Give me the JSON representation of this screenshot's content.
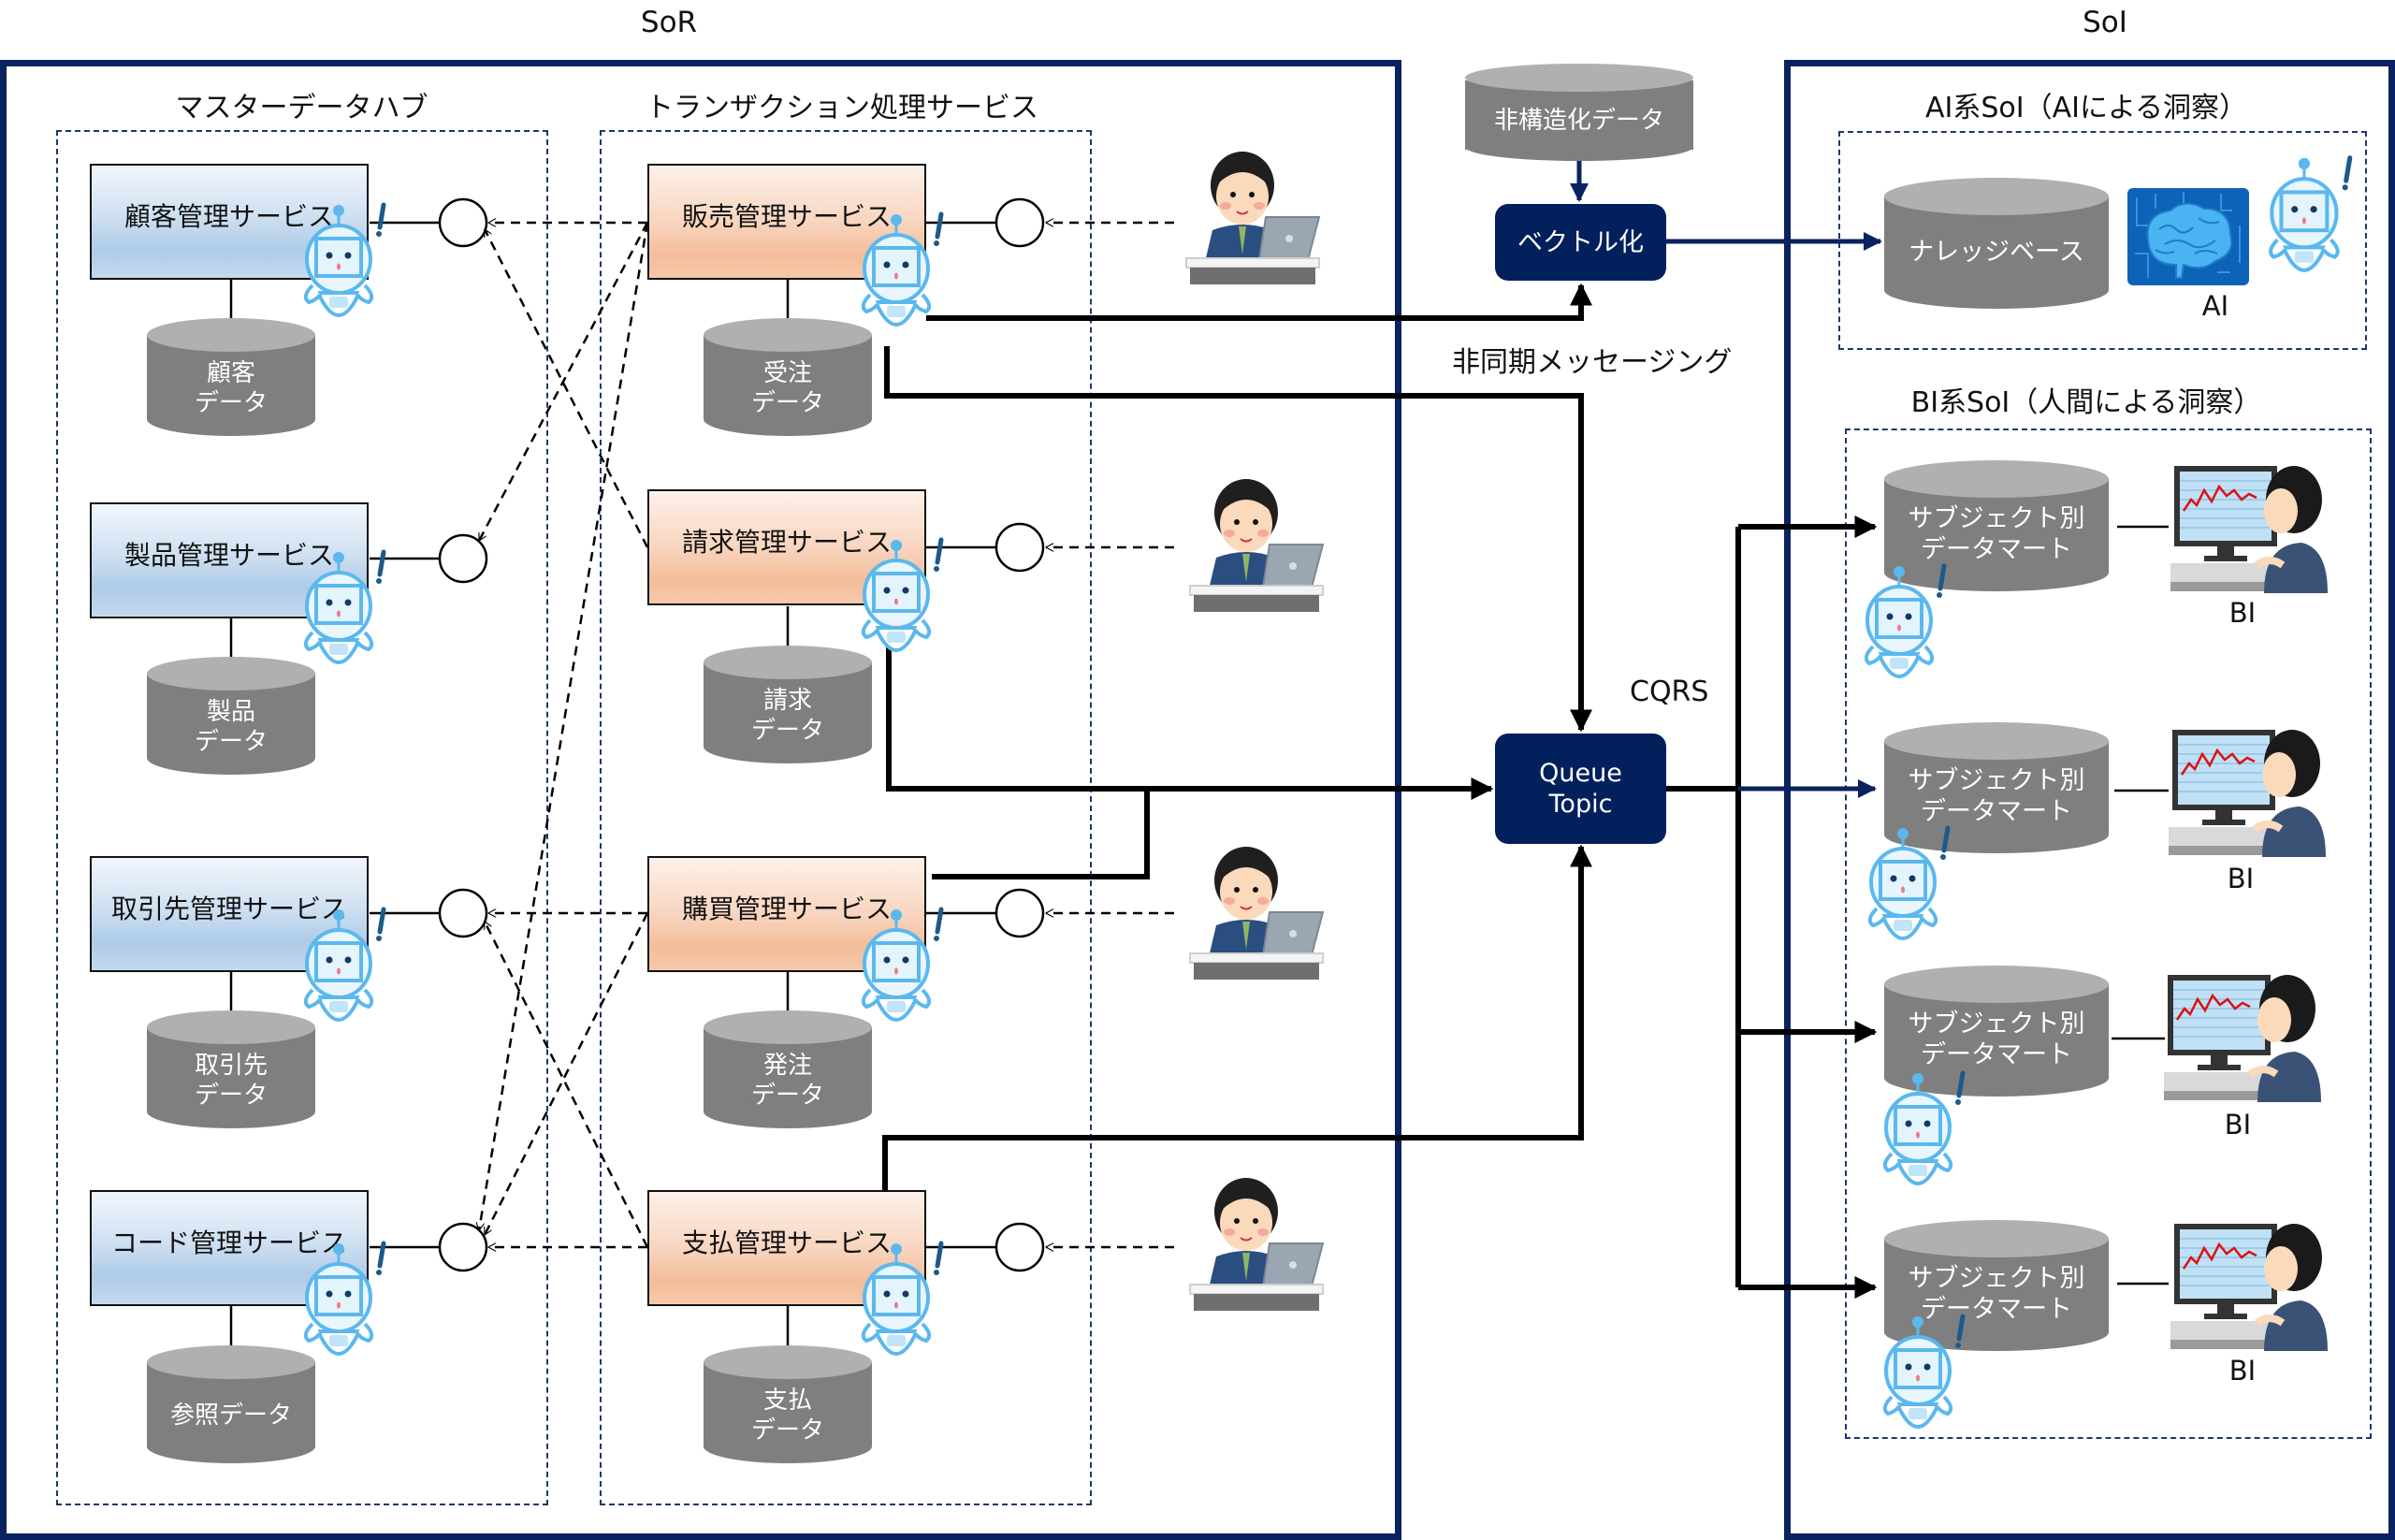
{
  "labels": {
    "sor": "SoR",
    "soi": "SoI",
    "master_hub": "マスターデータハブ",
    "txn_services": "トランザクション処理サービス",
    "ai_soi": "AI系SoI（AIによる洞察）",
    "bi_soi": "BI系SoI（人間による洞察）",
    "async_messaging": "非同期メッセージング",
    "cqrs": "CQRS",
    "ai": "AI"
  },
  "master_services": [
    {
      "name": "顧客管理サービス",
      "data": [
        "顧客",
        "データ"
      ]
    },
    {
      "name": "製品管理サービス",
      "data": [
        "製品",
        "データ"
      ]
    },
    {
      "name": "取引先管理サービス",
      "data": [
        "取引先",
        "データ"
      ]
    },
    {
      "name": "コード管理サービス",
      "data": [
        "参照データ"
      ]
    }
  ],
  "transaction_services": [
    {
      "name": "販売管理サービス",
      "data": [
        "受注",
        "データ"
      ]
    },
    {
      "name": "請求管理サービス",
      "data": [
        "請求",
        "データ"
      ]
    },
    {
      "name": "購買管理サービス",
      "data": [
        "発注",
        "データ"
      ]
    },
    {
      "name": "支払管理サービス",
      "data": [
        "支払",
        "データ"
      ]
    }
  ],
  "center": {
    "unstructured_data": "非構造化データ",
    "vectorize": "ベクトル化",
    "queue_topic": [
      "Queue",
      "Topic"
    ]
  },
  "ai_soi": {
    "knowledge_base": "ナレッジベース"
  },
  "bi_soi": {
    "data_marts": [
      {
        "lines": [
          "サブジェクト別",
          "データマート"
        ],
        "user_label": "BI"
      },
      {
        "lines": [
          "サブジェクト別",
          "データマート"
        ],
        "user_label": "BI"
      },
      {
        "lines": [
          "サブジェクト別",
          "データマート"
        ],
        "user_label": "BI"
      },
      {
        "lines": [
          "サブジェクト別",
          "データマート"
        ],
        "user_label": "BI"
      }
    ]
  },
  "colors": {
    "frame_navy": "#0b2260",
    "box_navy": "#02205c",
    "master_blue": "#aecbe8",
    "txn_peach": "#f3bd9b",
    "cylinder_gray": "#7f7f7f",
    "robot_blue": "#5bb8ee"
  }
}
